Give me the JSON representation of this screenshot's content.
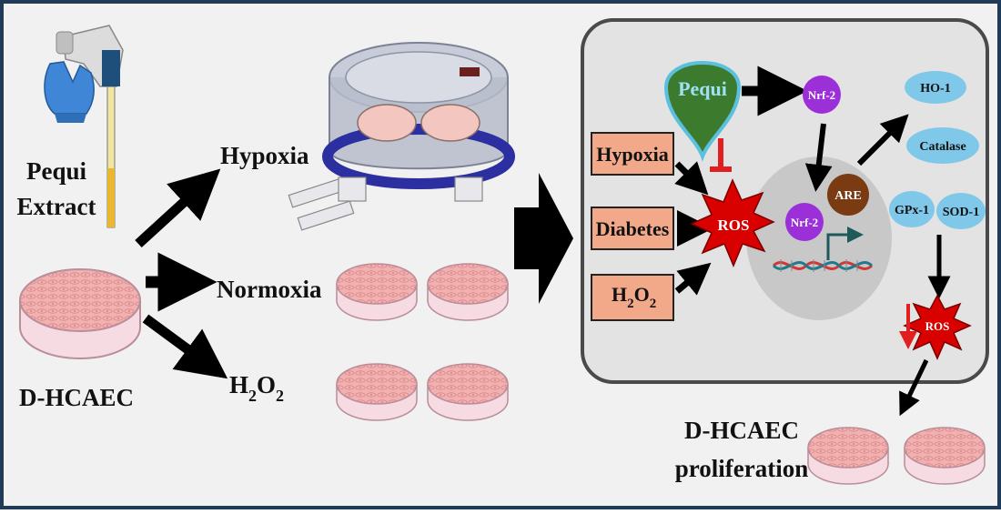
{
  "left": {
    "pequi_extract": [
      "Pequi",
      "Extract"
    ],
    "cells": "D-HCAEC",
    "conditions": {
      "hypoxia": "Hypoxia",
      "normoxia": "Normoxia",
      "h2o2": {
        "base": "H",
        "sub1": "2",
        "mid": "O",
        "sub2": "2"
      }
    }
  },
  "cell_diagram": {
    "pequi": "Pequi",
    "stress_boxes": {
      "hypoxia": "Hypoxia",
      "diabetes": "Diabetes",
      "h2o2": {
        "base": "H",
        "sub1": "2",
        "mid": "O",
        "sub2": "2"
      }
    },
    "ros": "ROS",
    "nrf2_cytoplasm": "Nrf-2",
    "nrf2_nucleus": "Nrf-2",
    "are": "ARE",
    "enzymes": {
      "ho1": "HO-1",
      "catalase": "Catalase",
      "gpx1": "GPx-1",
      "sod1": "SOD-1"
    },
    "ros_reduced": "ROS"
  },
  "outcome": [
    "D-HCAEC",
    "proliferation"
  ],
  "colors": {
    "border": "#1f3b57",
    "cell_fill": "#e4e4e4",
    "nucleus_fill": "#c9c9c9",
    "stress_box": "#f2a98a",
    "pequi_fill": "#3c7a2d",
    "pequi_outline": "#5bc0de",
    "pequi_text": "#9fe0f5",
    "ros": "#d90000",
    "nrf2": "#9b30d9",
    "are": "#7a3a12",
    "enzyme": "#7fc8ea",
    "dish_cells": "#f0a9a9",
    "inhibit": "#e02020"
  }
}
